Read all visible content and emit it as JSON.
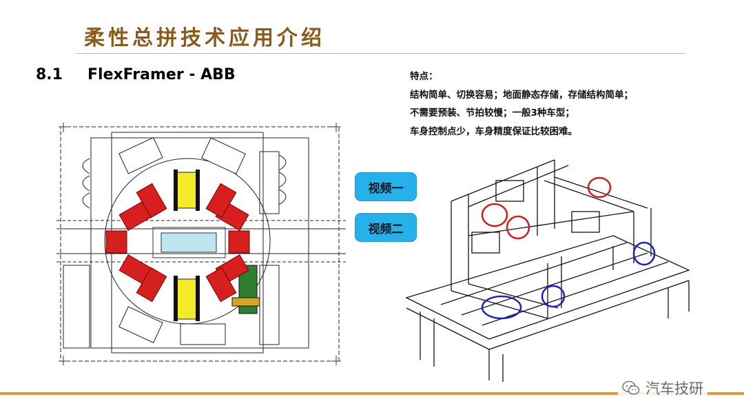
{
  "header": {
    "title": "柔性总拼技术应用介绍"
  },
  "section": {
    "number": "8.1",
    "name": "FlexFramer - ABB"
  },
  "features": {
    "heading": "特点：",
    "lines": [
      "结构简单、切换容易；地面静态存储，存储结构简单；",
      "不需要预装、节拍较慢；一般3种车型；",
      "车身控制点少，车身精度保证比较困难。"
    ]
  },
  "buttons": {
    "video1": "视频一",
    "video2": "视频二"
  },
  "watermark": {
    "text": "汽车技研",
    "icon": "wechat-icon"
  },
  "colors": {
    "title": "#8a5a1c",
    "button": "#27b1ea",
    "footer_bar": "#e09a36",
    "robot_red": "#d61f1f",
    "fixture_yellow": "#f3ea2a",
    "fixture_green": "#2f7d2f",
    "marker_red": "#d21d1d",
    "marker_blue": "#1b22c4"
  }
}
